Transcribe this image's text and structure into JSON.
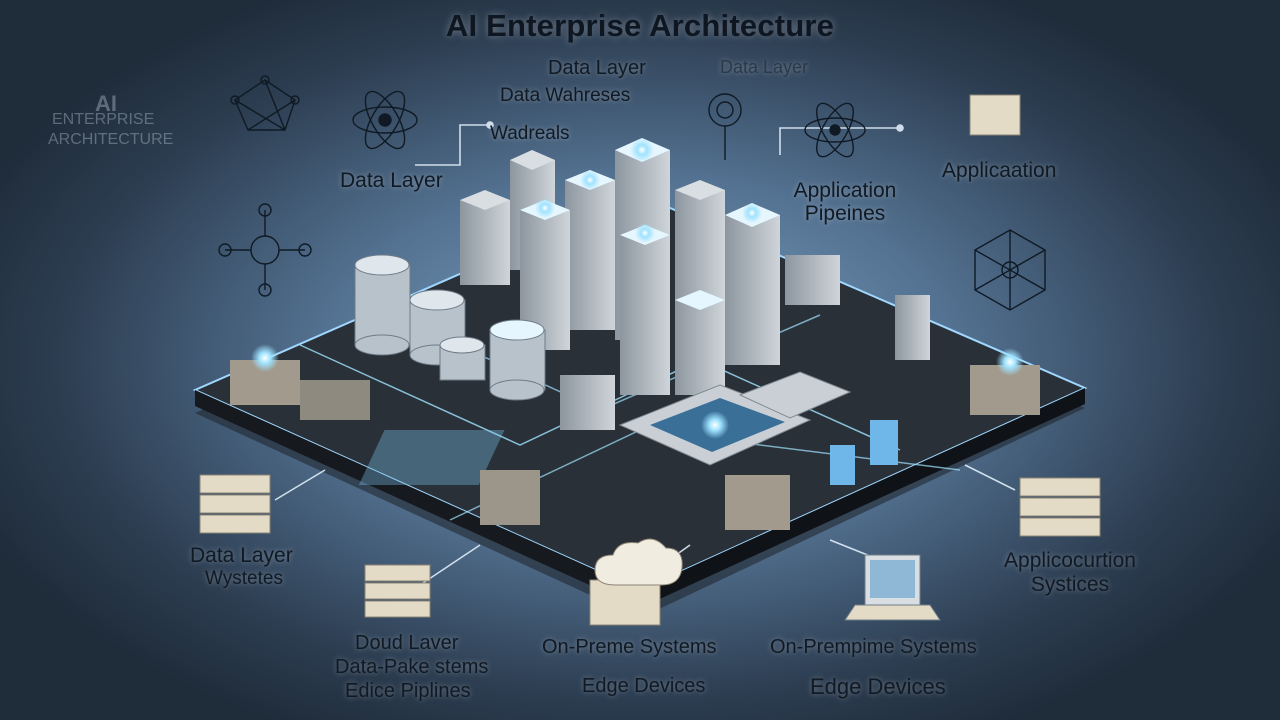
{
  "title": "AI Enterprise Architecture",
  "watermark": {
    "line1": "AI",
    "line2": "ENTERPRISE",
    "line3": "ARCHITECTURE"
  },
  "labels": {
    "data_layer_top_center": "Data Layer",
    "data_layer_top_right": "Data Layer",
    "data_warehouses": "Data Wahreses",
    "wadreals": "Wadreals",
    "data_layer_left": "Data Layer",
    "application_pipelines_l1": "Application",
    "application_pipelines_l2": "Pipeines",
    "applicaation": "Applicaation",
    "data_layer_bottom_left_l1": "Data Layer",
    "data_layer_bottom_left_l2": "Wystetes",
    "application_systices_l1": "Applicocurtion",
    "application_systices_l2": "Systices",
    "doud_layer_l1": "Doud Laver",
    "doud_layer_l2": "Data-Pake stems",
    "doud_layer_l3": "Edice Piplines",
    "on_prem_1": "On-Preme Systems",
    "edge_devices_1": "Edge Devices",
    "on_prem_2": "On-Prempime Systems",
    "edge_devices_2": "Edge Devices"
  },
  "colors": {
    "background_center": "#7fa4c6",
    "background_edge": "#1f2c3a",
    "platform_top": "#2b3138",
    "glow": "#9fe3ff",
    "tower_face": "#b8bfc6",
    "module_beige": "#e4dbc7"
  },
  "icons": [
    "network-node-icon",
    "atom-icon",
    "server-rack-icon",
    "cloud-icon",
    "laptop-icon",
    "database-cylinder-icon"
  ]
}
